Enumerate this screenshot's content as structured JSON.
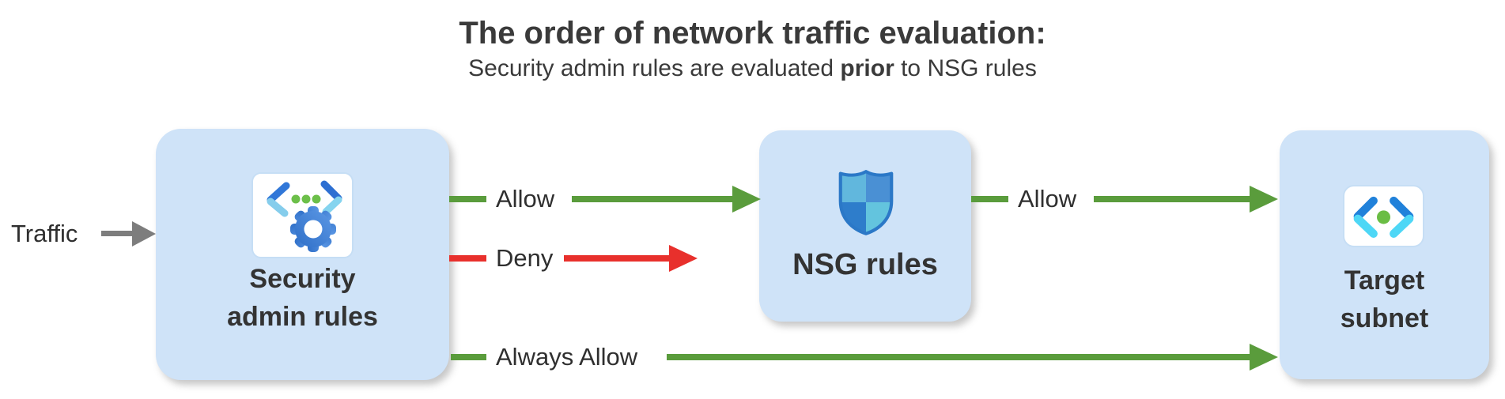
{
  "header": {
    "title": "The order of network traffic evaluation:",
    "subtitle": {
      "prefix": "Security admin rules are evaluated ",
      "bold": "prior",
      "suffix": " to NSG rules"
    }
  },
  "traffic": {
    "label": "Traffic"
  },
  "nodes": {
    "security_admin": {
      "line1": "Security",
      "line2": "admin rules",
      "icon": "network-manager-gear-icon"
    },
    "nsg": {
      "label": "NSG rules",
      "icon": "shield-icon"
    },
    "target": {
      "line1": "Target",
      "line2": "subnet",
      "icon": "subnet-code-icon"
    }
  },
  "arrows": {
    "traffic_in": {
      "label": "",
      "type": "traffic"
    },
    "allow_to_nsg": {
      "label": "Allow",
      "type": "allow"
    },
    "deny": {
      "label": "Deny",
      "type": "deny"
    },
    "allow_to_target": {
      "label": "Allow",
      "type": "allow"
    },
    "always_allow": {
      "label": "Always Allow",
      "type": "allow"
    }
  },
  "colors": {
    "allow_green": "#5a9c3c",
    "deny_red": "#e8302c",
    "traffic_gray": "#7d7d7d",
    "node_fill": "#cfe3f8",
    "text_dark": "#333333",
    "title_text": "#3a3a3a"
  }
}
